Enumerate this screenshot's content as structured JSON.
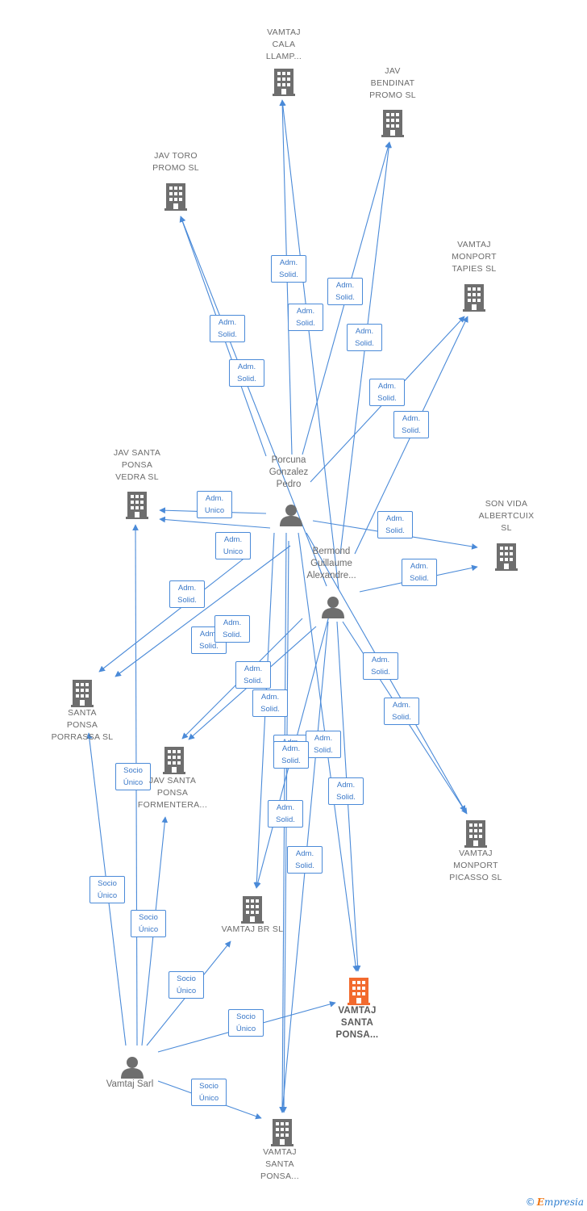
{
  "nodes": [
    {
      "id": "vamtaj_cala",
      "kind": "company",
      "label": "VAMTAJ\nCALA\nLLAMP..."
    },
    {
      "id": "jav_bendinat",
      "kind": "company",
      "label": "JAV\nBENDINAT\nPROMO  SL"
    },
    {
      "id": "jav_toro",
      "kind": "company",
      "label": "JAV TORO\nPROMO  SL"
    },
    {
      "id": "vamtaj_tapies",
      "kind": "company",
      "label": "VAMTAJ\nMONPORT\nTAPIES  SL"
    },
    {
      "id": "jav_vedra",
      "kind": "company",
      "label": "JAV SANTA\nPONSA\nVEDRA  SL"
    },
    {
      "id": "son_vida",
      "kind": "company",
      "label": "SON VIDA\nALBERTCUIX\nSL"
    },
    {
      "id": "santa_porrassa",
      "kind": "company",
      "label": "SANTA\nPONSA\nPORRASSA  SL"
    },
    {
      "id": "jav_formentera",
      "kind": "company",
      "label": "JAV SANTA\nPONSA\nFORMENTERA..."
    },
    {
      "id": "vamtaj_picasso",
      "kind": "company",
      "label": "VAMTAJ\nMONPORT\nPICASSO  SL"
    },
    {
      "id": "vamtaj_br",
      "kind": "company",
      "label": "VAMTAJ BR  SL"
    },
    {
      "id": "vamtaj_santa_main",
      "kind": "company",
      "label": "VAMTAJ\nSANTA\nPONSA...",
      "highlight": true
    },
    {
      "id": "vamtaj_santa_2",
      "kind": "company",
      "label": "VAMTAJ\nSANTA\nPONSA..."
    },
    {
      "id": "porcuna",
      "kind": "person",
      "label": "Porcuna\nGonzalez\nPedro"
    },
    {
      "id": "bermond",
      "kind": "person",
      "label": "Bermond\nGuillaume\nAlexandre..."
    },
    {
      "id": "vamtaj_sarl",
      "kind": "person",
      "label": "Vamtaj Sarl"
    }
  ],
  "edge_labels": [
    {
      "text": "Adm.\nSolid."
    },
    {
      "text": "Adm.\nSolid."
    },
    {
      "text": "Adm.\nSolid."
    },
    {
      "text": "Adm.\nSolid."
    },
    {
      "text": "Adm.\nSolid."
    },
    {
      "text": "Adm.\nSolid."
    },
    {
      "text": "Adm.\nSolid."
    },
    {
      "text": "Adm.\nSolid."
    },
    {
      "text": "Adm.\nUnico"
    },
    {
      "text": "Adm.\nUnico"
    },
    {
      "text": "Adm.\nSolid."
    },
    {
      "text": "Adm.\nSolid."
    },
    {
      "text": "Adm.\nSolid."
    },
    {
      "text": "Adm.\nSolid."
    },
    {
      "text": "Adm.\nSolid."
    },
    {
      "text": "Adm.\nSolid."
    },
    {
      "text": "Adm.\nSolid."
    },
    {
      "text": "Adm.\nSolid."
    },
    {
      "text": "Adm.\nSolid."
    },
    {
      "text": "Adm.\nSolid."
    },
    {
      "text": "Adm.\nSolid."
    },
    {
      "text": "Adm.\nSolid."
    },
    {
      "text": "Adm.\nSolid."
    },
    {
      "text": "Adm.\nSolid."
    },
    {
      "text": "Adm.\nSolid."
    },
    {
      "text": "Socio\nÚnico"
    },
    {
      "text": "Socio\nÚnico"
    },
    {
      "text": "Socio\nÚnico"
    },
    {
      "text": "Socio\nÚnico"
    },
    {
      "text": "Socio\nÚnico"
    },
    {
      "text": "Socio\nÚnico"
    }
  ],
  "colors": {
    "edge": "#4a8ad8",
    "company_icon": "#6e6e6e",
    "highlight_icon": "#f26a2e",
    "person_icon": "#6e6e6e"
  },
  "watermark": {
    "symbol": "©",
    "brand_initial": "E",
    "brand_rest": "mpresia"
  }
}
